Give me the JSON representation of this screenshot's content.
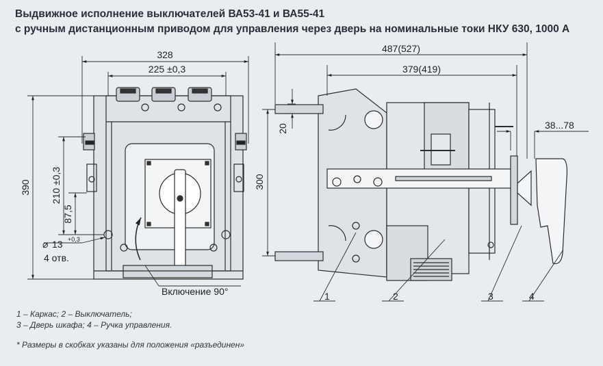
{
  "title": {
    "line1": "Выдвижное исполнение выключателей ВА53-41 и ВА55-41",
    "line2": "с ручным дистанционным приводом для управления через дверь на номинальные токи НКУ 630, 1000 А"
  },
  "front_view": {
    "width_overall": "328",
    "width_holes": "225 ±0,3",
    "height_overall": "390",
    "height_holes": "210 ±0,3",
    "offset": "87,5",
    "hole_diameter": "13",
    "hole_diameter_tol": "+0,3",
    "hole_count": "4 отв.",
    "turn_label": "Включение 90°"
  },
  "side_view": {
    "depth_overall": "487(527)",
    "depth_body": "379(419)",
    "height": "300",
    "pin_offset": "20",
    "door_range": "38...78",
    "callouts": [
      "1",
      "2",
      "3",
      "4"
    ]
  },
  "legend": {
    "line1": "1 – Каркас; 2 – Выключатель;",
    "line2": "3 – Дверь шкафа; 4 – Ручка управления.",
    "note": "* Размеры в скобках указаны для положения «разъединен»"
  },
  "colors": {
    "background": "#e9ecf0",
    "line": "#2b2b2b",
    "panel": "#dfe3e8"
  }
}
